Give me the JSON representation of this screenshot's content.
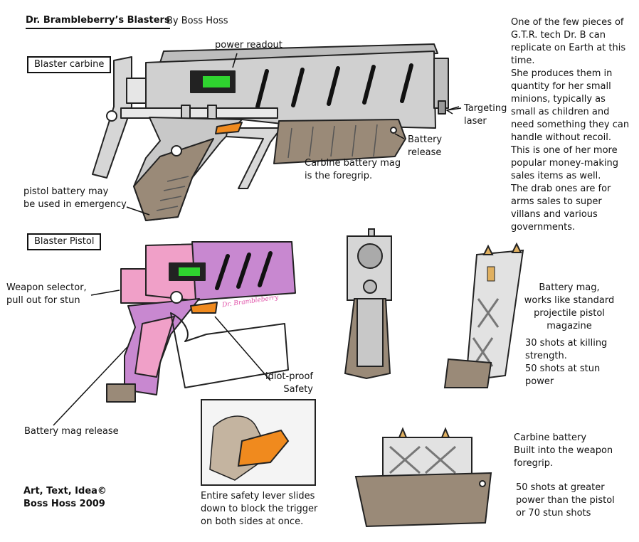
{
  "header": {
    "title": "Dr. Brambleberry’s Blasters",
    "byline": "By Boss Hoss"
  },
  "carbine": {
    "label": "Blaster carbine",
    "power_readout": "power readout",
    "targeting_laser": "Targeting\nlaser",
    "battery_release": "Battery\nrelease",
    "foregrip_mag": "Carbine battery mag\nis the foregrip.",
    "pistol_battery_note": "pistol battery may\nbe used in emergency"
  },
  "description": "One of the few pieces of\nG.T.R. tech Dr. B can\nreplicate on Earth at this\ntime.\nShe produces them in\nquantity for her small\nminions, typically as\nsmall as children and\nneed something they can\nhandle without recoil.\nThis is one of her more\npopular money-making\nsales items as well.\nThe drab ones are for\narms sales to super\nvillans and various\ngovernments.",
  "pistol": {
    "label": "Blaster Pistol",
    "weapon_selector": "Weapon selector,\npull out for stun",
    "slide_signature": "Dr. Brambleberry",
    "safety_label": "idiot-proof\nSafety",
    "mag_release": "Battery mag release",
    "safety_caption": "Entire safety lever slides\ndown to block the trigger\non both sides at once."
  },
  "battery_mag": {
    "description": "Battery mag,\nworks like standard\nprojectile pistol\nmagazine",
    "shots": "30 shots at killing\nstrength.\n50 shots at stun\npower"
  },
  "carbine_battery": {
    "description": "Carbine battery\nBuilt into the weapon\nforegrip.",
    "shots": "50 shots at greater\npower than the pistol\nor 70 stun shots"
  },
  "credits": {
    "line1": "Art, Text, Idea©",
    "line2": "Boss Hoss 2009"
  },
  "colors": {
    "gun_gray": "#cfcfcf",
    "grip_brown": "#9a8a78",
    "pistol_pink": "#f0a0c8",
    "pistol_purple": "#c888d0",
    "orange": "#f08a1e",
    "screen_green": "#2fd42f"
  }
}
